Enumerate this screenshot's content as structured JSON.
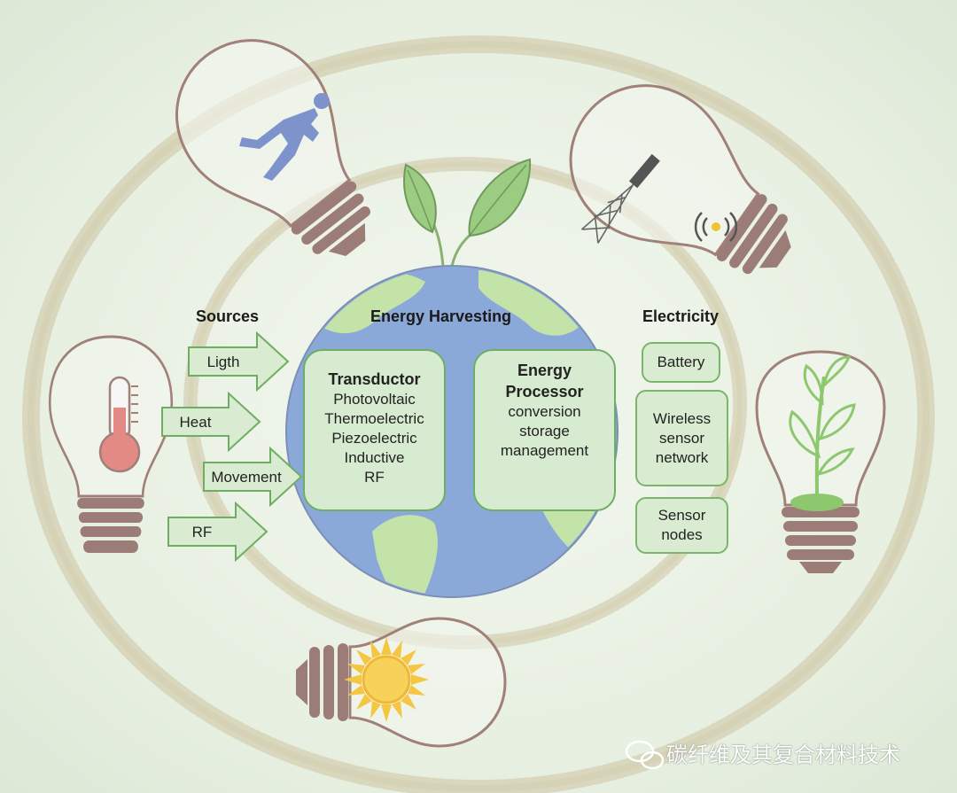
{
  "labels": {
    "sources": "Sources",
    "harvesting": "Energy Harvesting",
    "electricity": "Electricity"
  },
  "sources": [
    "Ligth",
    "Heat",
    "Movement",
    "RF"
  ],
  "transductor": {
    "title": "Transductor",
    "items": [
      "Photovoltaic",
      "Thermoelectric",
      "Piezoelectric",
      "Inductive",
      "RF"
    ]
  },
  "processor": {
    "title_line1": "Energy",
    "title_line2": "Processor",
    "items": [
      "conversion",
      "storage",
      "management"
    ]
  },
  "outputs": {
    "battery": "Battery",
    "wireless": [
      "Wireless",
      "sensor",
      "network"
    ],
    "sensor": [
      "Sensor",
      "nodes"
    ]
  },
  "watermark": "碳纤维及其复合材料技术",
  "colors": {
    "arrow_fill": "#d9ecd1",
    "arrow_stroke": "#6fae62",
    "ocean": "#8ba9d8",
    "land": "#c4e3a9",
    "bulb_outline": "#a08078",
    "bulb_base": "#9c7c76"
  },
  "icons": [
    "walking-person-icon",
    "radio-tower-icon",
    "thermometer-icon",
    "plant-icon",
    "sun-icon",
    "leaves-icon",
    "earth-globe-icon",
    "wechat-icon"
  ]
}
